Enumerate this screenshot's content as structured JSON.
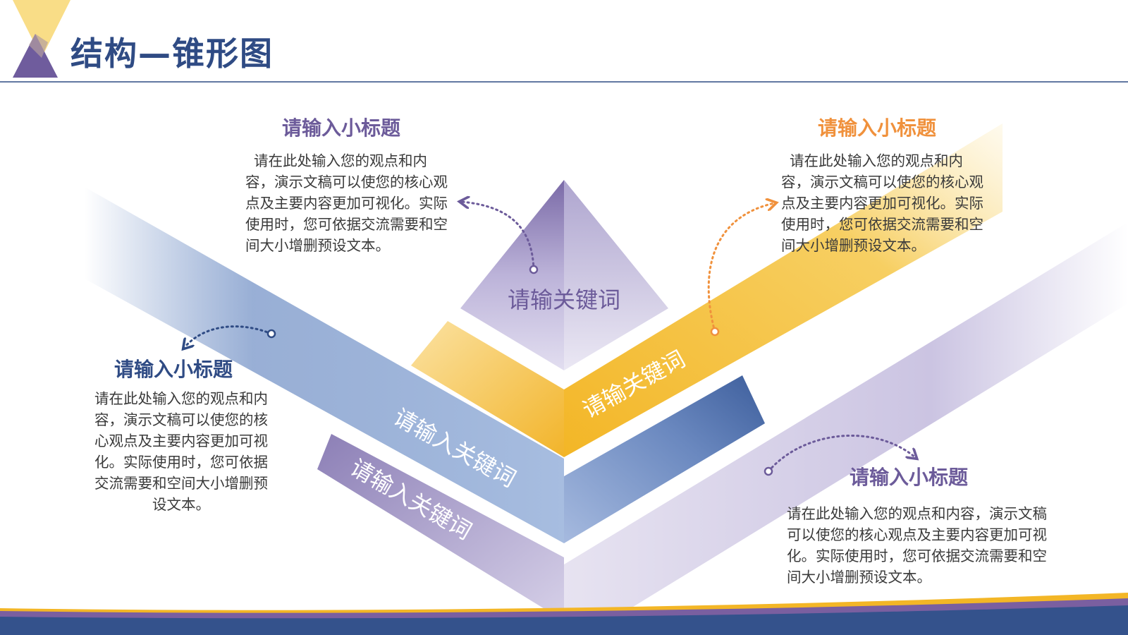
{
  "page": {
    "title": "结构—锥形图",
    "colors": {
      "navy": "#2f4b84",
      "purple": "#6c5b9a",
      "orange": "#f0913c",
      "yellow": "#f3b626",
      "blue": "#6f8ec4",
      "lavender": "#b6aed4"
    }
  },
  "blocks": [
    {
      "heading": "请输入小标题",
      "text": "请在此处输入您的观点和内容，演示文稿可以使您的核心观点及主要内容更加可视化。实际使用时，您可依据交流需要和空间大小增删预设文本。"
    },
    {
      "heading": "请输入小标题",
      "text": "请在此处输入您的观点和内容，演示文稿可以使您的核心观点及主要内容更加可视化。实际使用时，您可依据交流需要和空间大小增删预设文本。"
    },
    {
      "heading": "请输入小标题",
      "text": "请在此处输入您的观点和内容，演示文稿可以使您的核心观点及主要内容更加可视化。实际使用时，您可依据交流需要和空间大小增删预设文本。"
    },
    {
      "heading": "请输入小标题",
      "text": "请在此处输入您的观点和内容，演示文稿可以使您的核心观点及主要内容更加可视化。实际使用时，您可依据交流需要和空间大小增删预设文本。"
    }
  ],
  "keywords": {
    "top": "请输关键词",
    "yellow": "请输关键词",
    "blue": "请输入关键词",
    "lavender": "请输入关键词"
  }
}
